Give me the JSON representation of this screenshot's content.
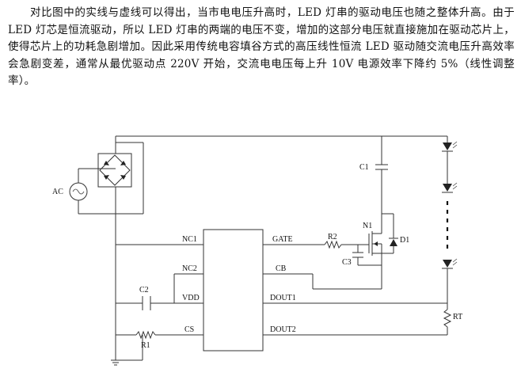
{
  "document": {
    "paragraph": "对比图中的实线与虚线可以得出，当市电电压升高时，LED 灯串的驱动电压也随之整体升高。由于 LED 灯芯是恒流驱动，所以 LED 灯串的两端的电压不变，增加的这部分电压就直接施加在驱动芯片上，使得芯片上的功耗急剧增加。因此采用传统电容填谷方式的高压线性恒流 LED 驱动随交流电压升高效率会急剧变差，通常从最优驱动点 220V 开始，交流电电压每上升 10V 电源效率下降约 5%（线性调整率）。"
  },
  "schematic": {
    "source_label": "AC",
    "pins_left": [
      "NC1",
      "NC2",
      "VDD",
      "CS"
    ],
    "pins_right": [
      "GATE",
      "CB",
      "DOUT1",
      "DOUT2"
    ],
    "components": {
      "c1": "C1",
      "c2": "C2",
      "c3": "C3",
      "r1": "R1",
      "r2": "R2",
      "n1": "N1",
      "d1": "D1",
      "rt": "RT"
    }
  }
}
